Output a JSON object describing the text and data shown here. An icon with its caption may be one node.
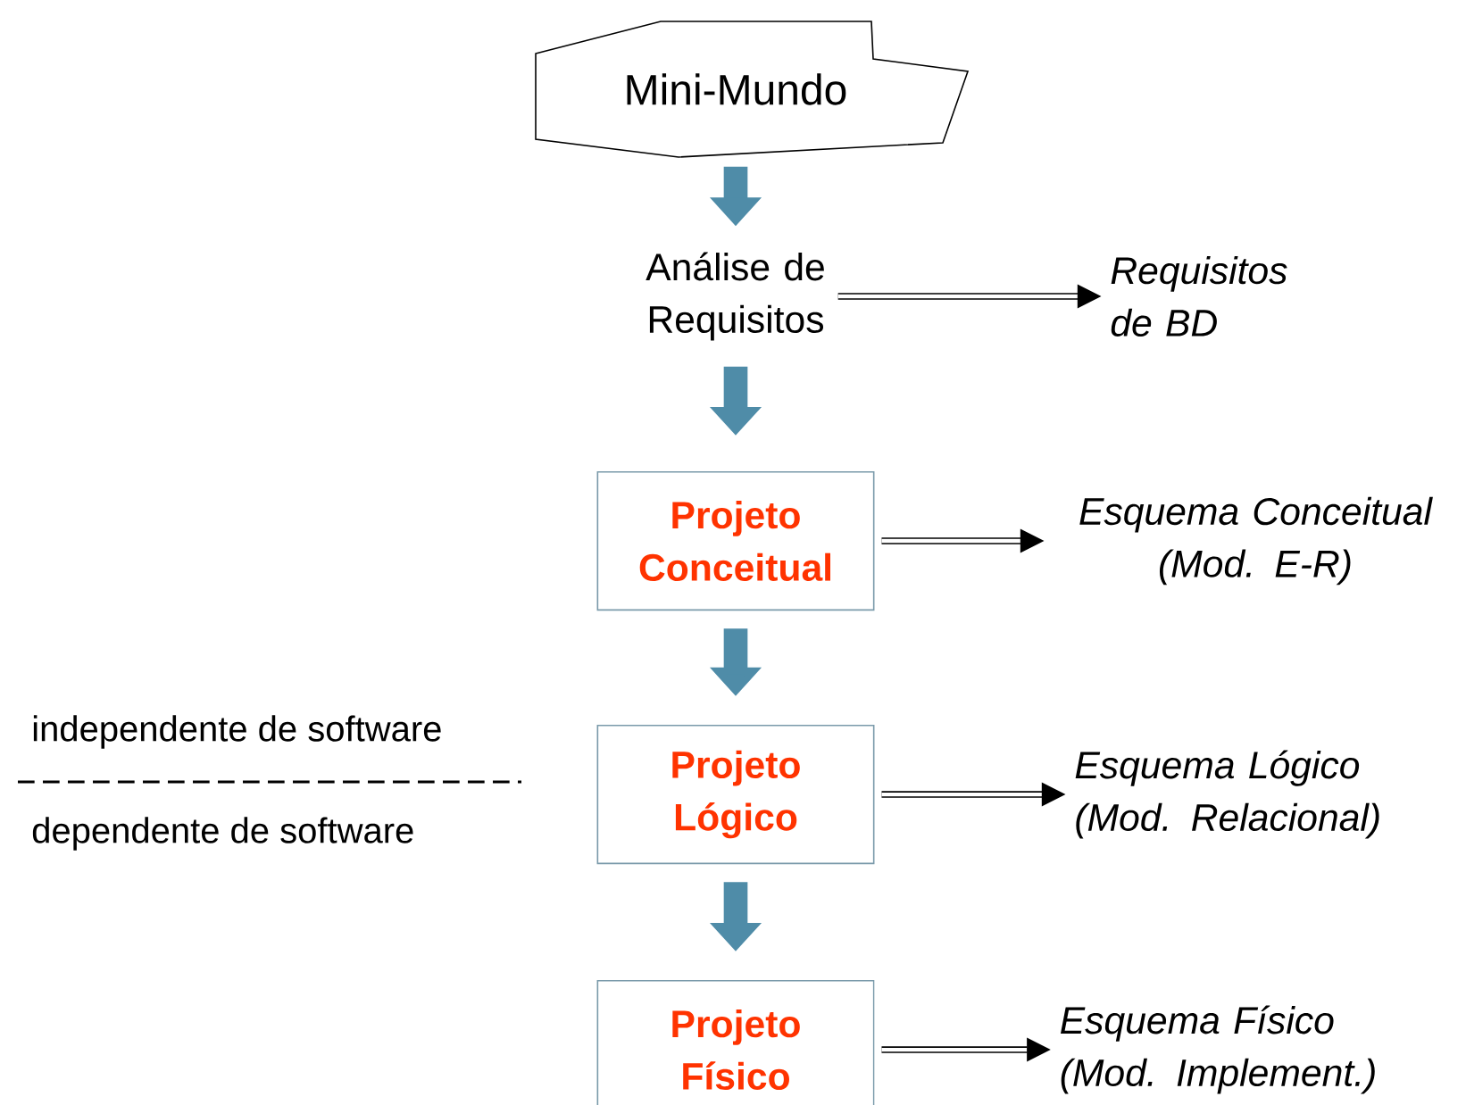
{
  "diagram": {
    "nodes": [
      {
        "text": [
          "Mini-Mundo"
        ]
      },
      {
        "text": [
          "Análise de Requisitos"
        ]
      },
      {
        "text": [
          "Requisitos de BD"
        ]
      },
      {
        "text": [
          "Projeto Conceitual"
        ]
      },
      {
        "text": [
          "Esquema Conceitual (Mod. E-R)"
        ]
      },
      {
        "text": [
          "Projeto Lógico"
        ]
      },
      {
        "text": [
          "Esquema Lógico (Mod. Relacional)"
        ]
      },
      {
        "text": [
          "Projeto Físico"
        ]
      },
      {
        "text": [
          "Esquema Físico (Mod. Implement.)"
        ]
      }
    ],
    "edges": [
      {
        "from": 0,
        "to": 1,
        "arrow": "to",
        "style": "thick",
        "color": "#4f8ca8"
      },
      {
        "from": 1,
        "to": 3,
        "arrow": "to",
        "style": "thick",
        "color": "#4f8ca8"
      },
      {
        "from": 3,
        "to": 5,
        "arrow": "to",
        "style": "thick",
        "color": "#4f8ca8"
      },
      {
        "from": 5,
        "to": 7,
        "arrow": "to",
        "style": "thick",
        "color": "#4f8ca8"
      },
      {
        "from": 1,
        "to": 2,
        "arrow": "to",
        "color": "#000000"
      },
      {
        "from": 3,
        "to": 4,
        "arrow": "to",
        "color": "#000000"
      },
      {
        "from": 5,
        "to": 6,
        "arrow": "to",
        "color": "#000000"
      },
      {
        "from": 7,
        "to": 8,
        "arrow": "to",
        "color": "#000000"
      }
    ],
    "labels": [
      "independente de software",
      "dependente de software"
    ]
  }
}
